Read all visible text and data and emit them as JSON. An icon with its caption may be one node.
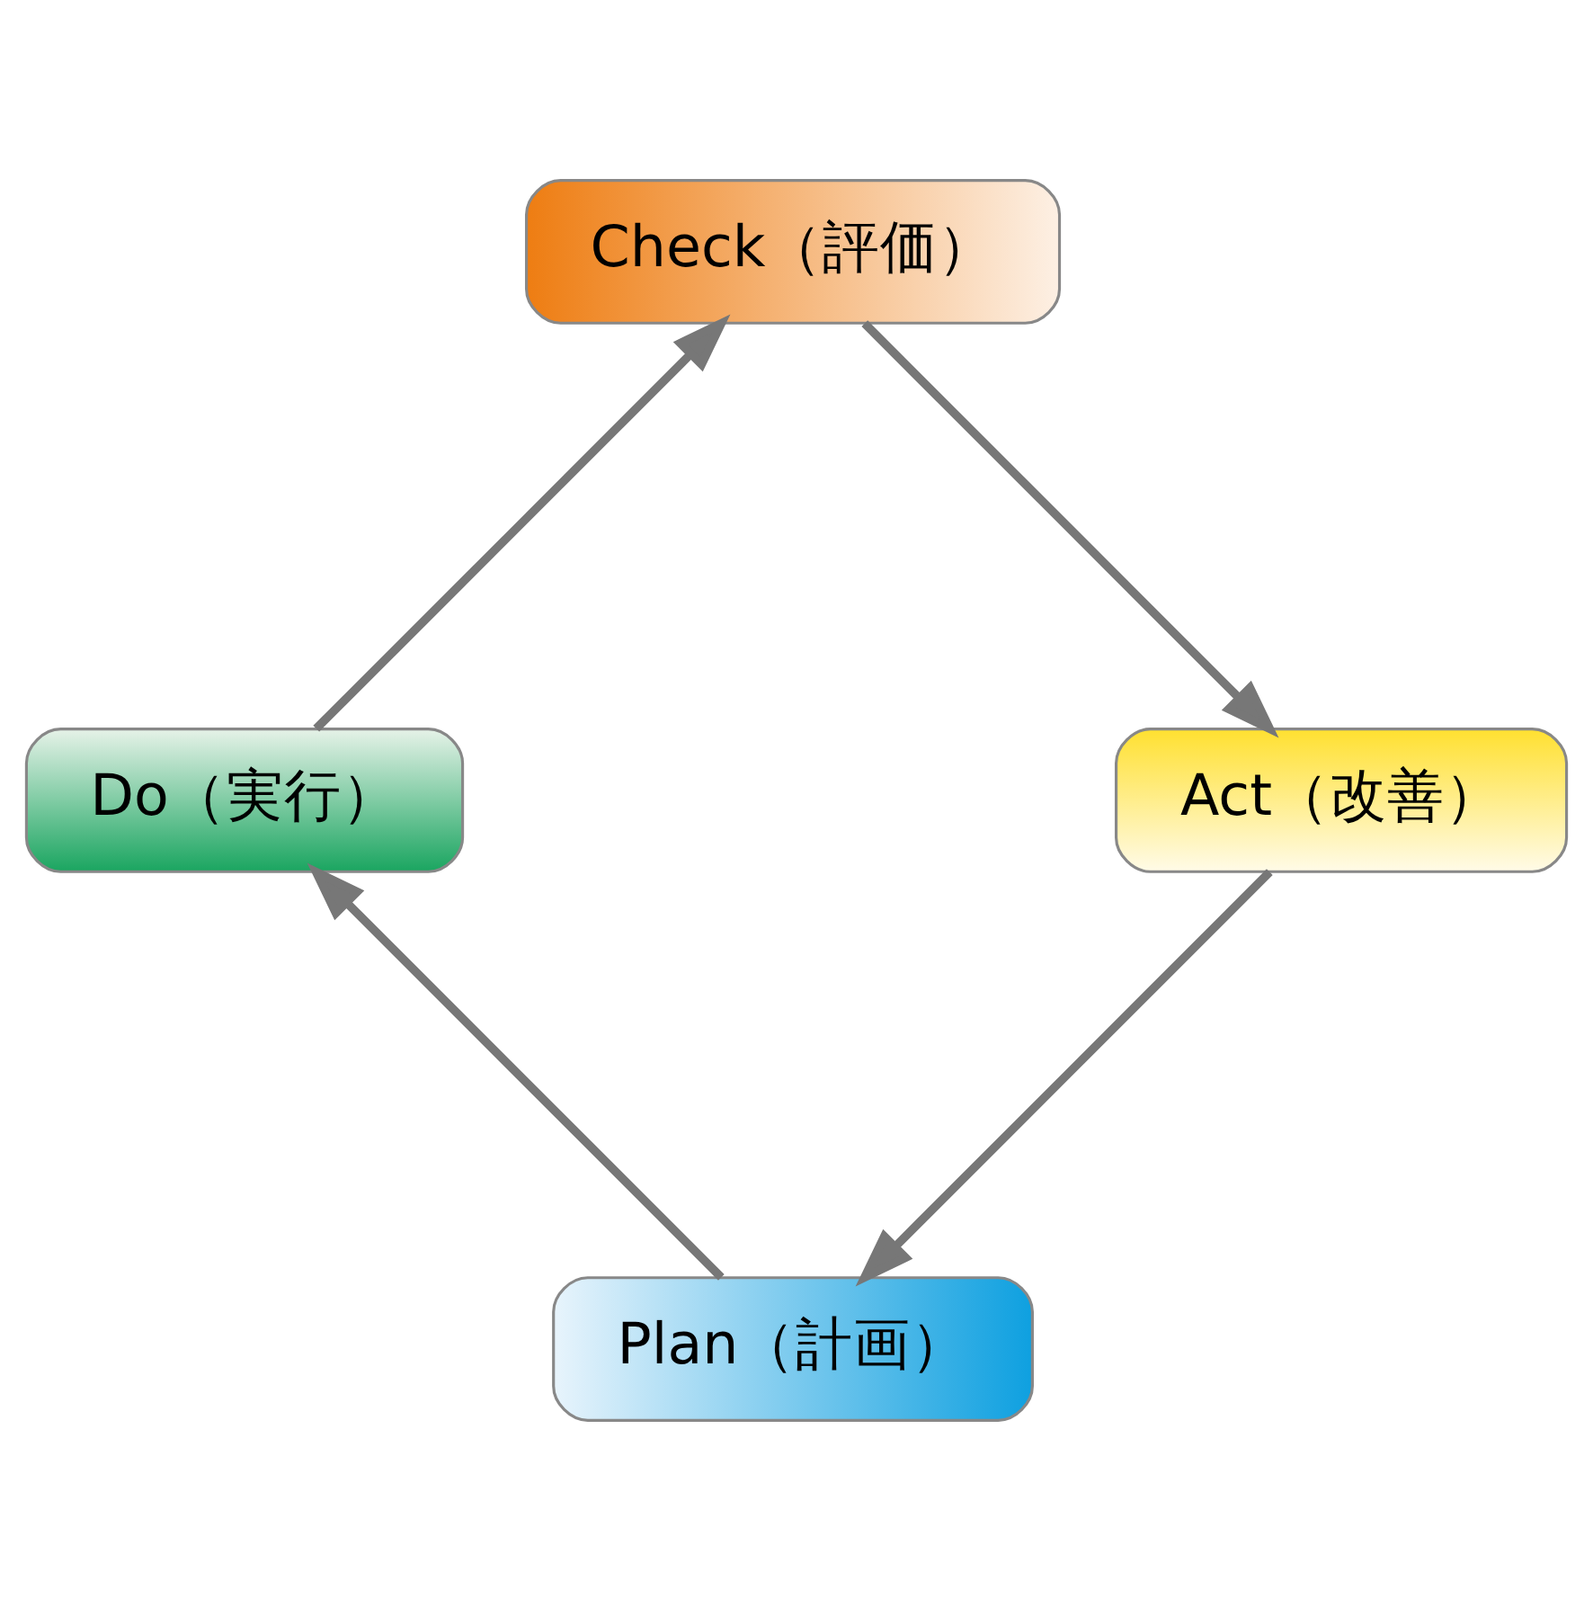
{
  "diagram": {
    "nodes": [
      {
        "text": [
          "Plan（計画）"
        ]
      },
      {
        "text": [
          "Do（実行）"
        ]
      },
      {
        "text": [
          "Check（評価）"
        ]
      },
      {
        "text": [
          "Act（改善）"
        ]
      }
    ],
    "edges": [
      {
        "from": 0,
        "to": 1,
        "arrow": "to"
      },
      {
        "from": 1,
        "to": 2,
        "arrow": "to"
      },
      {
        "from": 2,
        "to": 3,
        "arrow": "to"
      },
      {
        "from": 3,
        "to": 0,
        "arrow": "to"
      }
    ]
  }
}
